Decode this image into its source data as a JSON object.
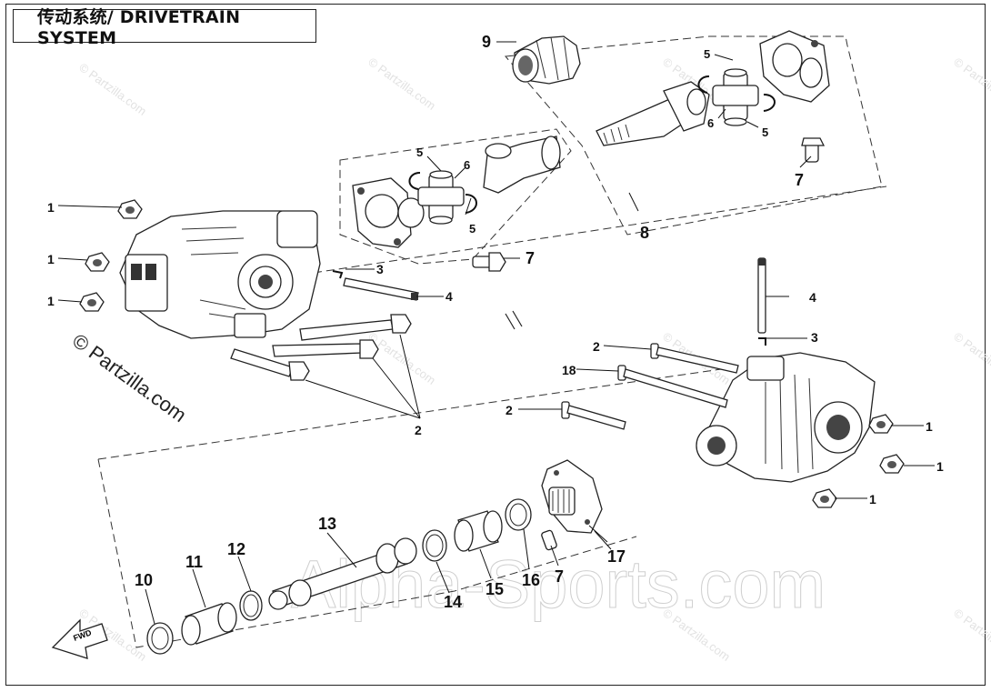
{
  "title": "传动系统/ DRIVETRAIN SYSTEM",
  "watermarks": {
    "big": "Alpha-Sports.com",
    "copyright": "© Partzilla.com",
    "small": "© Partzilla.com"
  },
  "direction_label": "FWD",
  "callouts": {
    "c1a": "1",
    "c1b": "1",
    "c1c": "1",
    "c1d": "1",
    "c1e": "1",
    "c1f": "1",
    "c2a": "2",
    "c2b": "2",
    "c2c": "2",
    "c3a": "3",
    "c3b": "3",
    "c4a": "4",
    "c4b": "4",
    "c5a": "5",
    "c5b": "5",
    "c5c": "5",
    "c5d": "5",
    "c6a": "6",
    "c6b": "6",
    "c7a": "7",
    "c7b": "7",
    "c7c": "7",
    "c8": "8",
    "c9": "9",
    "c10": "10",
    "c11": "11",
    "c12": "12",
    "c13": "13",
    "c14": "14",
    "c15": "15",
    "c16": "16",
    "c17": "17",
    "c18": "18"
  }
}
